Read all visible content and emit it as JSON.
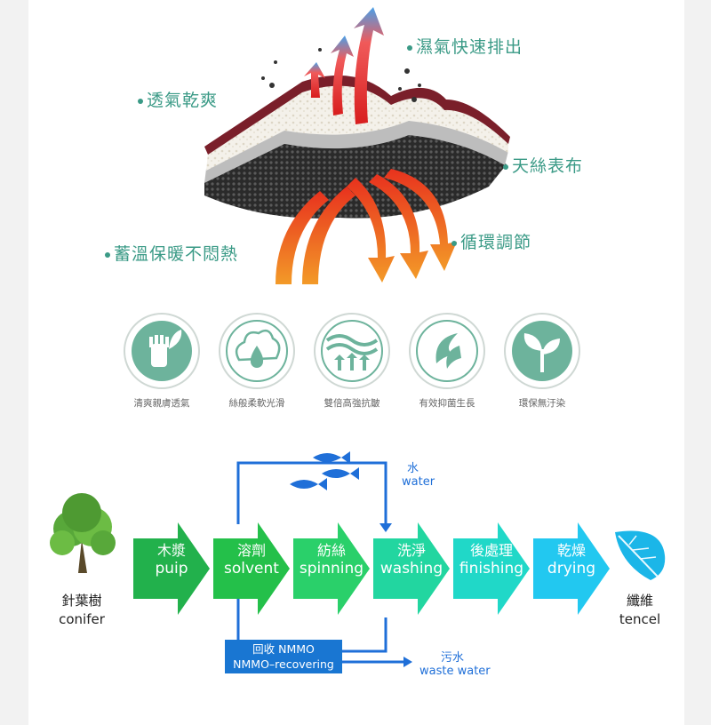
{
  "callouts": {
    "moisture": "濕氣快速排出",
    "breathable": "透氣乾爽",
    "tencel_surface": "天絲表布",
    "circulation": "循環調節",
    "warmth": "蓄溫保暖不悶熱"
  },
  "features": [
    {
      "label": "清爽親膚透氣",
      "icon": "hand-leaf-icon"
    },
    {
      "label": "絲般柔軟光滑",
      "icon": "cotton-drop-icon"
    },
    {
      "label": "雙倍高強抗皺",
      "icon": "waves-arrows-icon"
    },
    {
      "label": "有效抑菌生長",
      "icon": "leaf-swirl-icon"
    },
    {
      "label": "環保無汙染",
      "icon": "sprout-icon"
    }
  ],
  "process": {
    "source": {
      "zh": "針葉樹",
      "en": "conifer",
      "icon": "tree-icon"
    },
    "steps": [
      {
        "zh": "木漿",
        "en": "puip",
        "color": "#22b14c"
      },
      {
        "zh": "溶劑",
        "en": "solvent",
        "color": "#24c04a"
      },
      {
        "zh": "紡絲",
        "en": "spinning",
        "color": "#2ad06a"
      },
      {
        "zh": "洗淨",
        "en": "washing",
        "color": "#22d6a0"
      },
      {
        "zh": "後處理",
        "en": "finishing",
        "color": "#20d8c8"
      },
      {
        "zh": "乾燥",
        "en": "drying",
        "color": "#22c8f0"
      }
    ],
    "result": {
      "zh": "纖維",
      "en": "tencel",
      "icon": "leaf-icon"
    },
    "water": {
      "zh": "水",
      "en": "water"
    },
    "recover": {
      "zh": "回收 NMMO",
      "en": "NMMO–recovering"
    },
    "waste": {
      "zh": "污水",
      "en": "waste water"
    }
  },
  "colors": {
    "accent": "#3a9a86",
    "flow_blue": "#1f6fd8",
    "recover_blue": "#1976d2"
  }
}
